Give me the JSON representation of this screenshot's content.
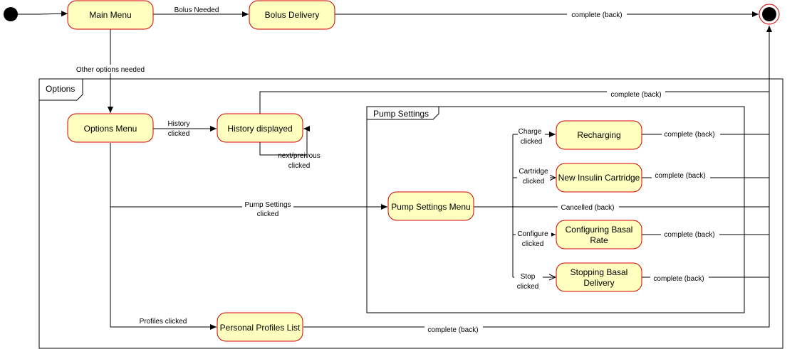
{
  "states": {
    "main_menu": "Main Menu",
    "bolus_delivery": "Bolus Delivery",
    "options_menu": "Options Menu",
    "history_displayed": "History displayed",
    "pump_settings_menu": "Pump Settings Menu",
    "recharging": "Recharging",
    "new_insulin_cartridge": "New Insulin Cartridge",
    "configuring_basal_rate": [
      "Configuring Basal",
      "Rate"
    ],
    "stopping_basal_delivery": [
      "Stopping Basal",
      "Delivery"
    ],
    "personal_profiles_list": "Personal Profiles List"
  },
  "frames": {
    "options": "Options",
    "pump_settings": "Pump Settings"
  },
  "transitions": {
    "bolus_needed": "Bolus Needed",
    "bolus_complete": "complete (back)",
    "other_options": "Other options needed",
    "history_clicked": [
      "History",
      "clicked"
    ],
    "next_previous": [
      "next/preivous",
      "clicked"
    ],
    "history_complete": "complete (back)",
    "pump_settings_clicked": [
      "Pump Settings",
      "clicked"
    ],
    "charge_clicked": [
      "Charge",
      "clicked"
    ],
    "recharging_complete": "complete (back)",
    "cartridge_clicked": [
      "Cartridge",
      "clicked"
    ],
    "cartridge_complete": "complete (back)",
    "cancelled": "Cancelled (back)",
    "configure_clicked": [
      "Configure",
      "clicked"
    ],
    "configure_complete": "complete (back)",
    "stop_clicked": [
      "Stop",
      "clicked"
    ],
    "stop_complete": "complete (back)",
    "profiles_clicked": "Profiles clicked",
    "profiles_complete": "complete (back)"
  },
  "colors": {
    "state_fill": "#ffffc0",
    "state_stroke": "#d40000",
    "initial_fill": "#000000",
    "final_ring": "#d40000"
  }
}
